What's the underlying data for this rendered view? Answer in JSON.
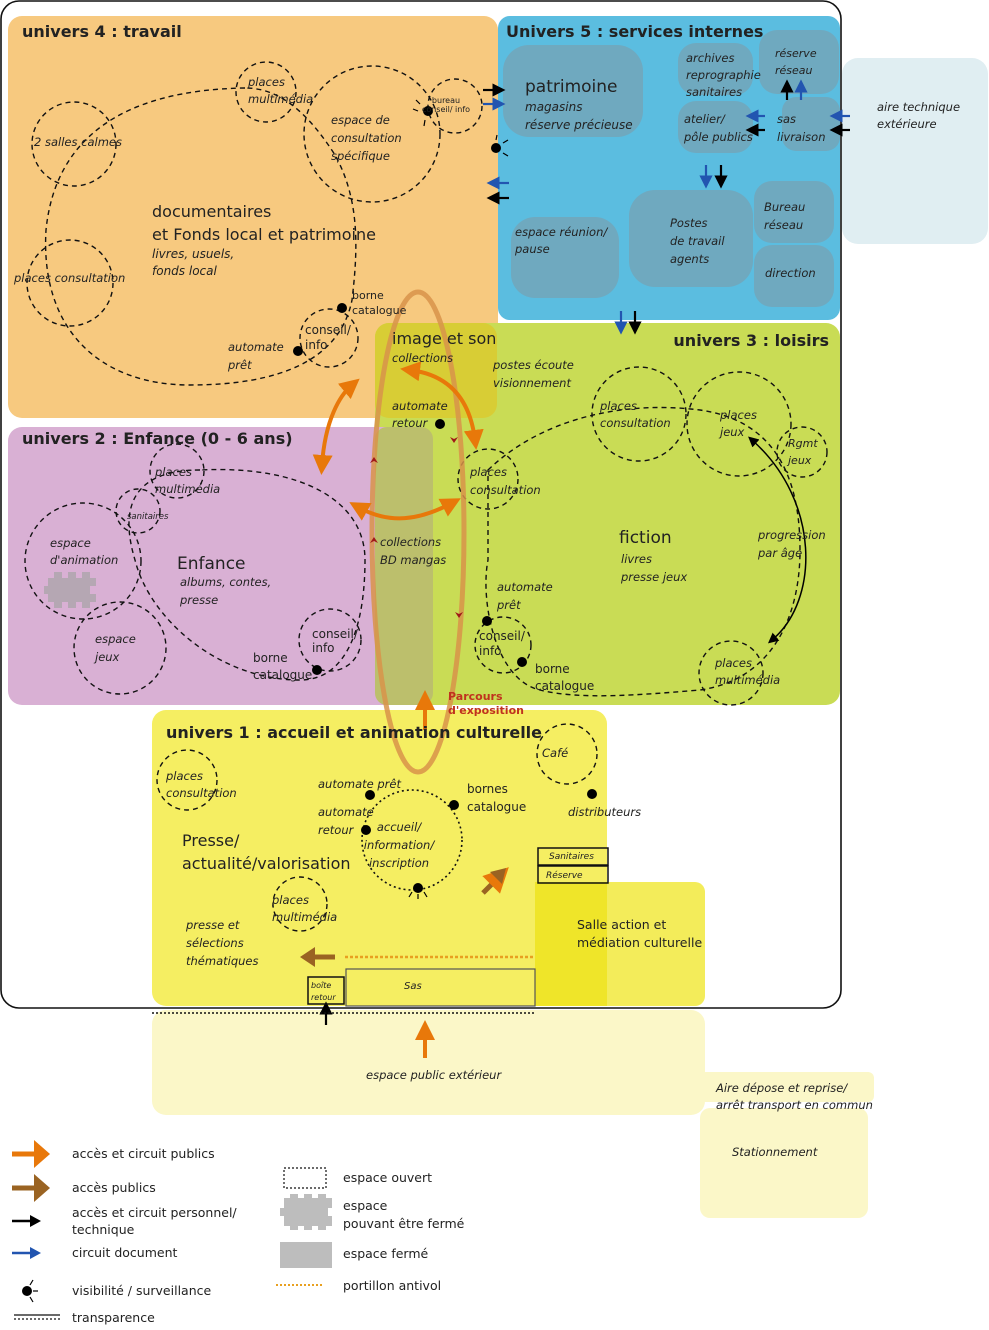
{
  "colors": {
    "univers4": "#f7c97f",
    "univers5": "#5bbde0",
    "univers5_room": "#6fa9bf",
    "univers3": "#c9dc55",
    "univers2": "#d9b0d4",
    "univers1": "#f5ee62",
    "exterior": "#fbf7c8",
    "aire_technique": "#e0eef2",
    "orange": "#e8780a",
    "brown": "#9a6322",
    "black": "#000000",
    "blue": "#2255b0",
    "parcours": "#c0321e"
  },
  "univers4": {
    "title": "univers 4 : travail",
    "main_label": [
      "documentaires",
      "et Fonds local et patrimoine"
    ],
    "sub_label": [
      "livres, usuels,",
      "fonds local"
    ],
    "zones": {
      "places_multimedia": [
        "places",
        "multimédia"
      ],
      "salles_calmes": "2 salles calmes",
      "espace_consultation": [
        "espace de",
        "consultation",
        "spécifique"
      ],
      "bureau": [
        "bureau",
        "conseil/ info"
      ],
      "places_consultation": "places consultation",
      "conseil_info": [
        "conseil/",
        "info"
      ],
      "borne_catalogue": [
        "borne",
        "catalogue"
      ],
      "automate_pret": [
        "automate",
        "prêt"
      ]
    }
  },
  "univers5": {
    "title": "Univers 5 : services internes",
    "patrimoine": {
      "title": "patrimoine",
      "lines": [
        "magasins",
        "réserve précieuse"
      ]
    },
    "archives": [
      "archives",
      "reprographie",
      "sanitaires"
    ],
    "reserve_reseau": [
      "réserve",
      "réseau"
    ],
    "atelier": [
      "atelier/",
      "pôle publics"
    ],
    "sas_livraison": [
      "sas",
      "livraison"
    ],
    "postes": [
      "Postes",
      "de travail",
      "agents"
    ],
    "bureau_reseau": [
      "Bureau",
      "réseau"
    ],
    "direction": "direction",
    "espace_reunion": [
      "espace réunion/",
      "pause"
    ]
  },
  "aire_technique": [
    "aire technique",
    "extérieure"
  ],
  "univers3": {
    "title": "univers 3 : loisirs",
    "image_son": {
      "title": "image et son",
      "sub": "collections"
    },
    "postes_ecoute": [
      "postes écoute",
      "visionnement"
    ],
    "automate_retour": [
      "automate",
      "retour"
    ],
    "places_consultation_1": [
      "places",
      "consultation"
    ],
    "places_consultation_2": [
      "places",
      "consultation"
    ],
    "places_jeux": [
      "places",
      "jeux"
    ],
    "rgmt_jeux": [
      "Rgmt",
      "jeux"
    ],
    "fiction": {
      "title": "fiction",
      "lines": [
        "livres",
        "presse jeux"
      ]
    },
    "progression": [
      "progression",
      "par âge"
    ],
    "automate_pret": [
      "automate",
      "prêt"
    ],
    "conseil_info": [
      "conseil/",
      "info"
    ],
    "borne_catalogue": [
      "borne",
      "catalogue"
    ],
    "places_multimedia": [
      "places",
      "multimédia"
    ],
    "collections_bd": [
      "collections",
      "BD mangas"
    ]
  },
  "univers2": {
    "title": "univers 2 : Enfance (0 - 6 ans)",
    "places_multimedia": [
      "places",
      "multimédia"
    ],
    "sanitaires": "sanitaires",
    "espace_animation": [
      "espace",
      "d'animation"
    ],
    "main_label": "Enfance",
    "sub_label": [
      "albums, contes,",
      "presse"
    ],
    "espace_jeux": [
      "espace",
      "jeux"
    ],
    "conseil_info": [
      "conseil/",
      "info"
    ],
    "borne_catalogue": [
      "borne",
      "catalogue"
    ]
  },
  "parcours": [
    "Parcours",
    "d'exposition"
  ],
  "univers1": {
    "title": "univers 1 : accueil et animation culturelle",
    "places_consultation": [
      "places",
      "consultation"
    ],
    "cafe": "Café",
    "distributeurs": "distributeurs",
    "automate_pret": "automate prêt",
    "automate_retour": [
      "automate",
      "retour"
    ],
    "bornes_catalogue": [
      "bornes",
      "catalogue"
    ],
    "accueil": [
      "accueil/",
      "information/",
      "inscription"
    ],
    "presse": [
      "Presse/",
      "actualité/valorisation"
    ],
    "places_multimedia": [
      "places",
      "multimédia"
    ],
    "presse_selections": [
      "presse et",
      "sélections",
      "thématiques"
    ],
    "sanitaires": "Sanitaires",
    "reserve": "Réserve",
    "salle": [
      "Salle  action et",
      "médiation culturelle"
    ],
    "boite_retour": [
      "boîte",
      "retour"
    ],
    "sas": "Sas"
  },
  "exterior": {
    "espace_public": "espace public extérieur",
    "aire_depose": [
      "Aire dépose et reprise/",
      "arrêt transport en commun"
    ],
    "stationnement": "Stationnement"
  },
  "legend": {
    "arrows": [
      {
        "icon": "orange-arrow-icon",
        "label": [
          "accès et circuit publics"
        ]
      },
      {
        "icon": "brown-arrow-icon",
        "label": [
          "accès  publics"
        ]
      },
      {
        "icon": "black-arrow-icon",
        "label": [
          "accès et circuit personnel/",
          "technique"
        ]
      },
      {
        "icon": "blue-arrow-icon",
        "label": [
          "circuit document"
        ]
      },
      {
        "icon": "surveillance-icon",
        "label": [
          "visibilité / surveillance"
        ]
      },
      {
        "icon": "transparence-icon",
        "label": [
          "transparence"
        ]
      }
    ],
    "spaces": [
      {
        "icon": "open-space-icon",
        "label": [
          "espace ouvert"
        ]
      },
      {
        "icon": "closable-space-icon",
        "label": [
          "espace",
          "pouvant être fermé"
        ]
      },
      {
        "icon": "closed-space-icon",
        "label": [
          "espace fermé"
        ]
      },
      {
        "icon": "antitheft-gate-icon",
        "label": [
          "portillon antivol"
        ]
      }
    ]
  }
}
